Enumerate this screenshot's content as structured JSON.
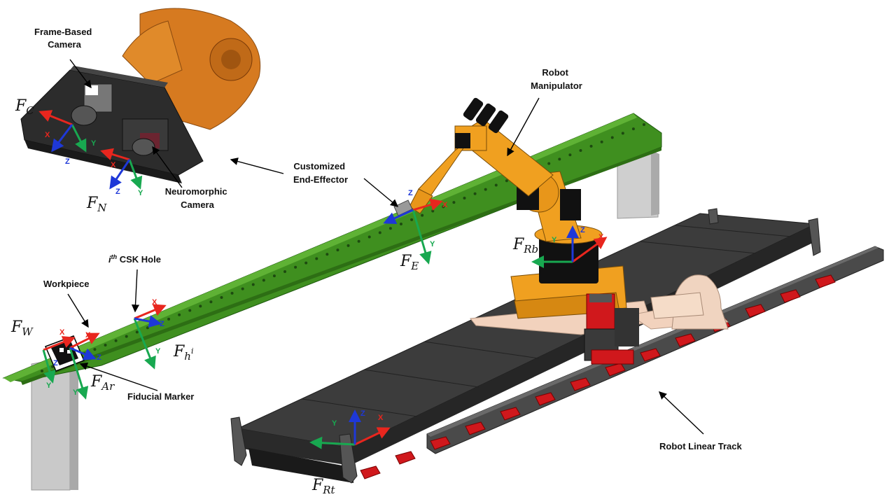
{
  "labels": {
    "frame_based_camera": [
      "Frame-Based",
      "Camera"
    ],
    "neuromorphic_camera": [
      "Neuromorphic",
      "Camera"
    ],
    "robot_manipulator": [
      "Robot",
      "Manipulator"
    ],
    "customized_end_effector": [
      "Customized",
      "End-Effector"
    ],
    "csk_hole_prefix": "i",
    "csk_hole_sup": "th",
    "csk_hole_text": " CSK Hole",
    "workpiece": "Workpiece",
    "fiducial_marker": "Fiducial Marker",
    "robot_linear_track": "Robot Linear Track"
  },
  "frames": {
    "C": {
      "main": "F",
      "sub": "C"
    },
    "N": {
      "main": "F",
      "sub": "N"
    },
    "E": {
      "main": "F",
      "sub": "E"
    },
    "Rb": {
      "main": "F",
      "sub": "Rb"
    },
    "W": {
      "main": "F",
      "sub": "W"
    },
    "Ar": {
      "main": "F",
      "sub": "Ar"
    },
    "hi": {
      "main": "F",
      "sub": "h",
      "sup": "i"
    },
    "Rt": {
      "main": "F",
      "sub": "Rt"
    }
  },
  "axes": {
    "x": "X",
    "y": "Y",
    "z": "Z"
  },
  "colors": {
    "x_axis": "#e8261e",
    "y_axis": "#18a850",
    "z_axis": "#1e38d8",
    "workpiece": "#3f8f1f",
    "robot": "#f0a020",
    "track": "#3a3a3a",
    "red_parts": "#d0181c"
  }
}
